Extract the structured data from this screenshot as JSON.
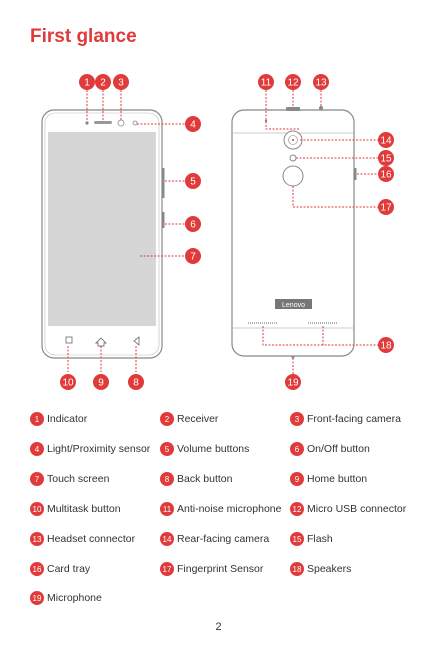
{
  "title": "First glance",
  "brand": "Lenovo",
  "page_number": "2",
  "accent_color": "#e03a3a",
  "callouts": [
    "1",
    "2",
    "3",
    "4",
    "5",
    "6",
    "7",
    "8",
    "9",
    "10",
    "11",
    "12",
    "13",
    "14",
    "15",
    "16",
    "17",
    "18",
    "19"
  ],
  "legend": [
    {
      "num": "1",
      "label": "Indicator"
    },
    {
      "num": "2",
      "label": "Receiver"
    },
    {
      "num": "3",
      "label": "Front-facing camera"
    },
    {
      "num": "4",
      "label": "Light/Proximity sensor"
    },
    {
      "num": "5",
      "label": "Volume buttons"
    },
    {
      "num": "6",
      "label": "On/Off button"
    },
    {
      "num": "7",
      "label": "Touch screen"
    },
    {
      "num": "8",
      "label": "Back button"
    },
    {
      "num": "9",
      "label": "Home button"
    },
    {
      "num": "10",
      "label": "Multitask button"
    },
    {
      "num": "11",
      "label": "Anti-noise microphone"
    },
    {
      "num": "12",
      "label": "Micro USB connector"
    },
    {
      "num": "13",
      "label": "Headset connector"
    },
    {
      "num": "14",
      "label": "Rear-facing camera"
    },
    {
      "num": "15",
      "label": "Flash"
    },
    {
      "num": "16",
      "label": "Card tray"
    },
    {
      "num": "17",
      "label": "Fingerprint Sensor"
    },
    {
      "num": "18",
      "label": "Speakers"
    },
    {
      "num": "19",
      "label": "Microphone"
    }
  ]
}
